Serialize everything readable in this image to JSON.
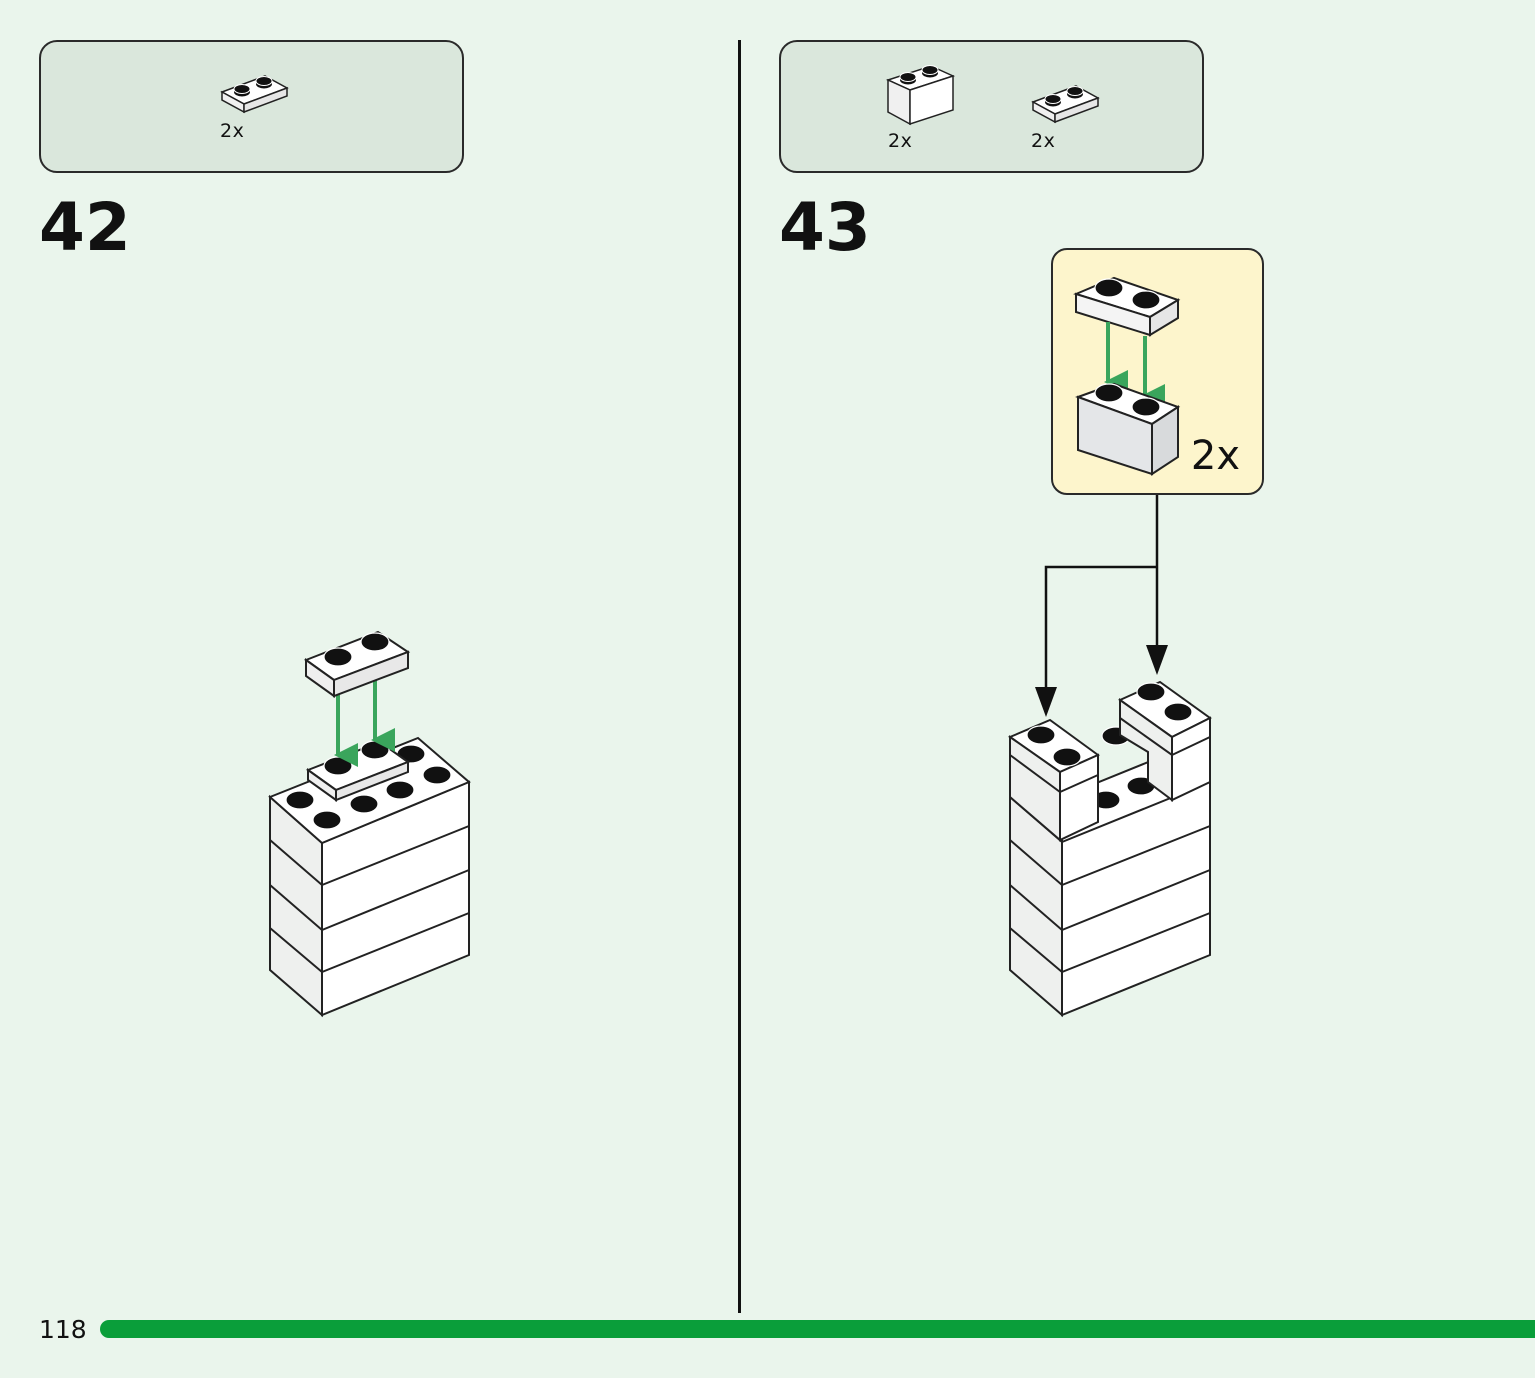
{
  "page": {
    "number": "118",
    "accent_color": "#0a9e3a",
    "callout_color": "#fdf5cc",
    "parts_box_color": "#dae7dc"
  },
  "steps": [
    {
      "number": "42",
      "parts": [
        {
          "icon": "plate-1x2-icon",
          "quantity": "2x"
        }
      ]
    },
    {
      "number": "43",
      "parts": [
        {
          "icon": "brick-1x2-icon",
          "quantity": "2x"
        },
        {
          "icon": "plate-1x2-icon",
          "quantity": "2x"
        }
      ],
      "callout": {
        "quantity": "2x"
      }
    }
  ]
}
